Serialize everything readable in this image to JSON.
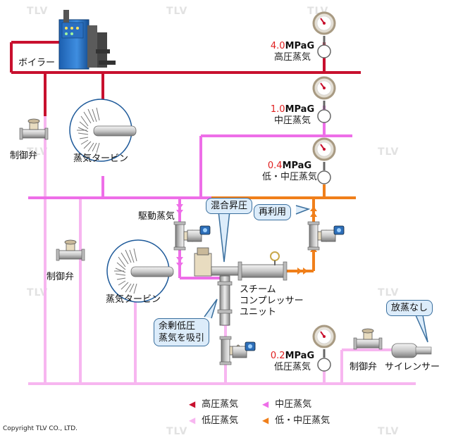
{
  "labels": {
    "boiler": "ボイラー",
    "control_valve_1": "制御弁",
    "control_valve_2": "制御弁",
    "control_valve_3": "制御弁",
    "turbine_1": "蒸気タービン",
    "turbine_2": "蒸気タービン",
    "driving_steam": "駆動蒸気",
    "compressor_line1": "スチーム",
    "compressor_line2": "コンプレッサー",
    "compressor_line3": "ユニット",
    "silencer": "サイレンサー"
  },
  "pressures": [
    {
      "num": "4.0",
      "unit": "MPaG",
      "name": "高圧蒸気"
    },
    {
      "num": "1.0",
      "unit": "MPaG",
      "name": "中圧蒸気"
    },
    {
      "num": "0.4",
      "unit": "MPaG",
      "name": "低・中圧蒸気"
    },
    {
      "num": "0.2",
      "unit": "MPaG",
      "name": "低圧蒸気"
    }
  ],
  "callouts": {
    "mix_boost": "混合昇圧",
    "reuse": "再利用",
    "surplus_line1": "余剰低圧",
    "surplus_line2": "蒸気を吸引",
    "no_release": "放蒸なし"
  },
  "legend": [
    {
      "label": "高圧蒸気",
      "color": "#c8102e"
    },
    {
      "label": "中圧蒸気",
      "color": "#ee6ee8"
    },
    {
      "label": "低圧蒸気",
      "color": "#f7b6f0"
    },
    {
      "label": "低・中圧蒸気",
      "color": "#f07f1a"
    }
  ],
  "colors": {
    "high": "#c8102e",
    "medium": "#ee6ee8",
    "low": "#f7b6f0",
    "lowmid": "#f07f1a"
  },
  "watermark": "TLV",
  "copyright": "Copyright TLV CO., LTD."
}
